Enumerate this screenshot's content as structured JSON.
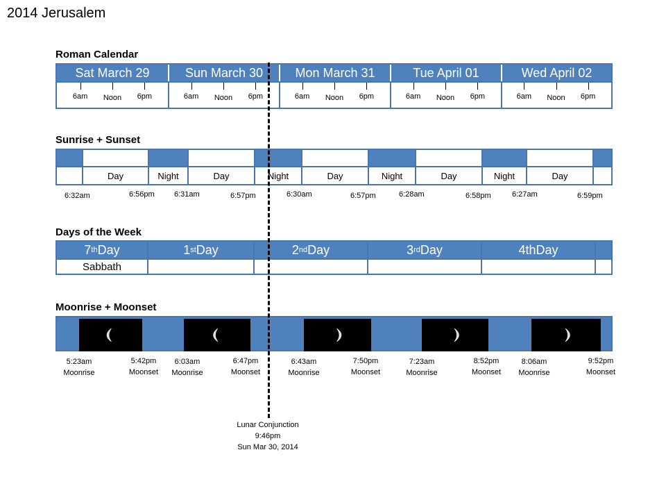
{
  "title": "2014 Jerusalem",
  "sections": {
    "roman": "Roman Calendar",
    "sun": "Sunrise + Sunset",
    "week": "Days of the Week",
    "moon": "Moonrise + Moonset"
  },
  "roman_days": [
    "Sat March 29",
    "Sun March 30",
    "Mon March 31",
    "Tue April 01",
    "Wed April 02"
  ],
  "tick_labels": [
    "6am",
    "Noon",
    "6pm"
  ],
  "sun_labels": [
    "Day",
    "Night",
    "Day",
    "Night",
    "Day",
    "Night",
    "Day",
    "Night",
    "Day"
  ],
  "sun_times": [
    "6:32am",
    "6:56pm",
    "6:31am",
    "6:57pm",
    "6:30am",
    "6:57pm",
    "6:28am",
    "6:58pm",
    "6:27am",
    "6:59pm"
  ],
  "week_days": [
    {
      "num": "7",
      "sup": "th",
      "rest": " Day"
    },
    {
      "num": "1",
      "sup": "st",
      "rest": " Day"
    },
    {
      "num": "2",
      "sup": "nd",
      "rest": " Day"
    },
    {
      "num": "3",
      "sup": "rd",
      "rest": " Day"
    },
    {
      "num": "4thDay",
      "sup": "",
      "rest": ""
    }
  ],
  "sabbath": "Sabbath",
  "moon_events": [
    {
      "time": "5:23am",
      "event": "Moonrise"
    },
    {
      "time": "5:42pm",
      "event": "Moonset"
    },
    {
      "time": "6:03am",
      "event": "Moonrise"
    },
    {
      "time": "6:47pm",
      "event": "Moonset"
    },
    {
      "time": "6:43am",
      "event": "Moonrise"
    },
    {
      "time": "7:50pm",
      "event": "Moonset"
    },
    {
      "time": "7:23am",
      "event": "Moonrise"
    },
    {
      "time": "8:52pm",
      "event": "Moonset"
    },
    {
      "time": "8:06am",
      "event": "Moonrise"
    },
    {
      "time": "9:52pm",
      "event": "Moonset"
    }
  ],
  "moon_phases": [
    "waning-crescent",
    "waning-crescent",
    "waxing-crescent",
    "waxing-crescent",
    "waxing-crescent"
  ],
  "conjunction": {
    "line1": "Lunar Conjunction",
    "line2": "9:46pm",
    "line3": "Sun Mar 30, 2014"
  },
  "colors": {
    "band_blue": "#4f81bd",
    "border_blue": "#4a76b0",
    "night": "#000000"
  }
}
